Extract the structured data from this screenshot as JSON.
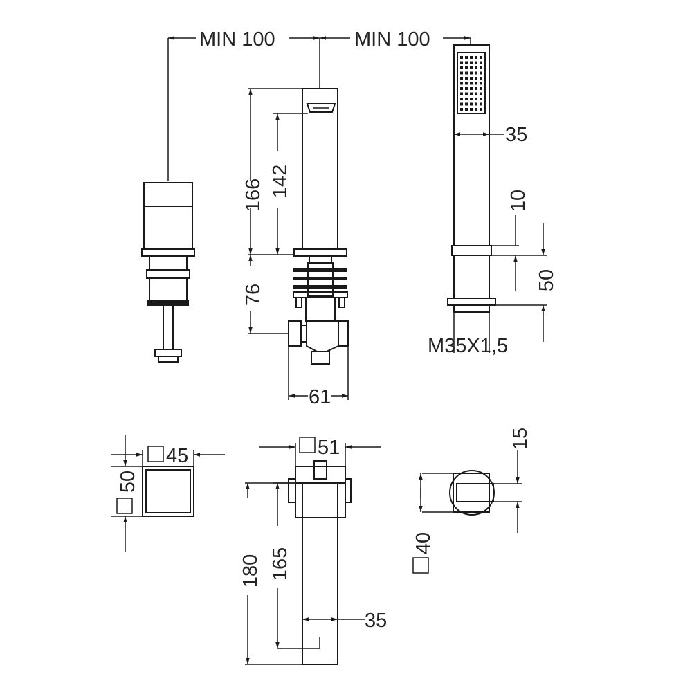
{
  "dimensions": {
    "min_left": "MIN 100",
    "min_right": "MIN 100",
    "d166": "166",
    "d142": "142",
    "d76": "76",
    "d61": "61",
    "d35_top": "35",
    "d10": "10",
    "d50_right": "50",
    "thread": "M35X1,5",
    "d45": "45",
    "d50_left": "50",
    "d51": "51",
    "d180": "180",
    "d165": "165",
    "d35_bottom": "35",
    "d15": "15",
    "d40": "40"
  },
  "colors": {
    "line": "#1a1a1a",
    "background": "#ffffff"
  }
}
